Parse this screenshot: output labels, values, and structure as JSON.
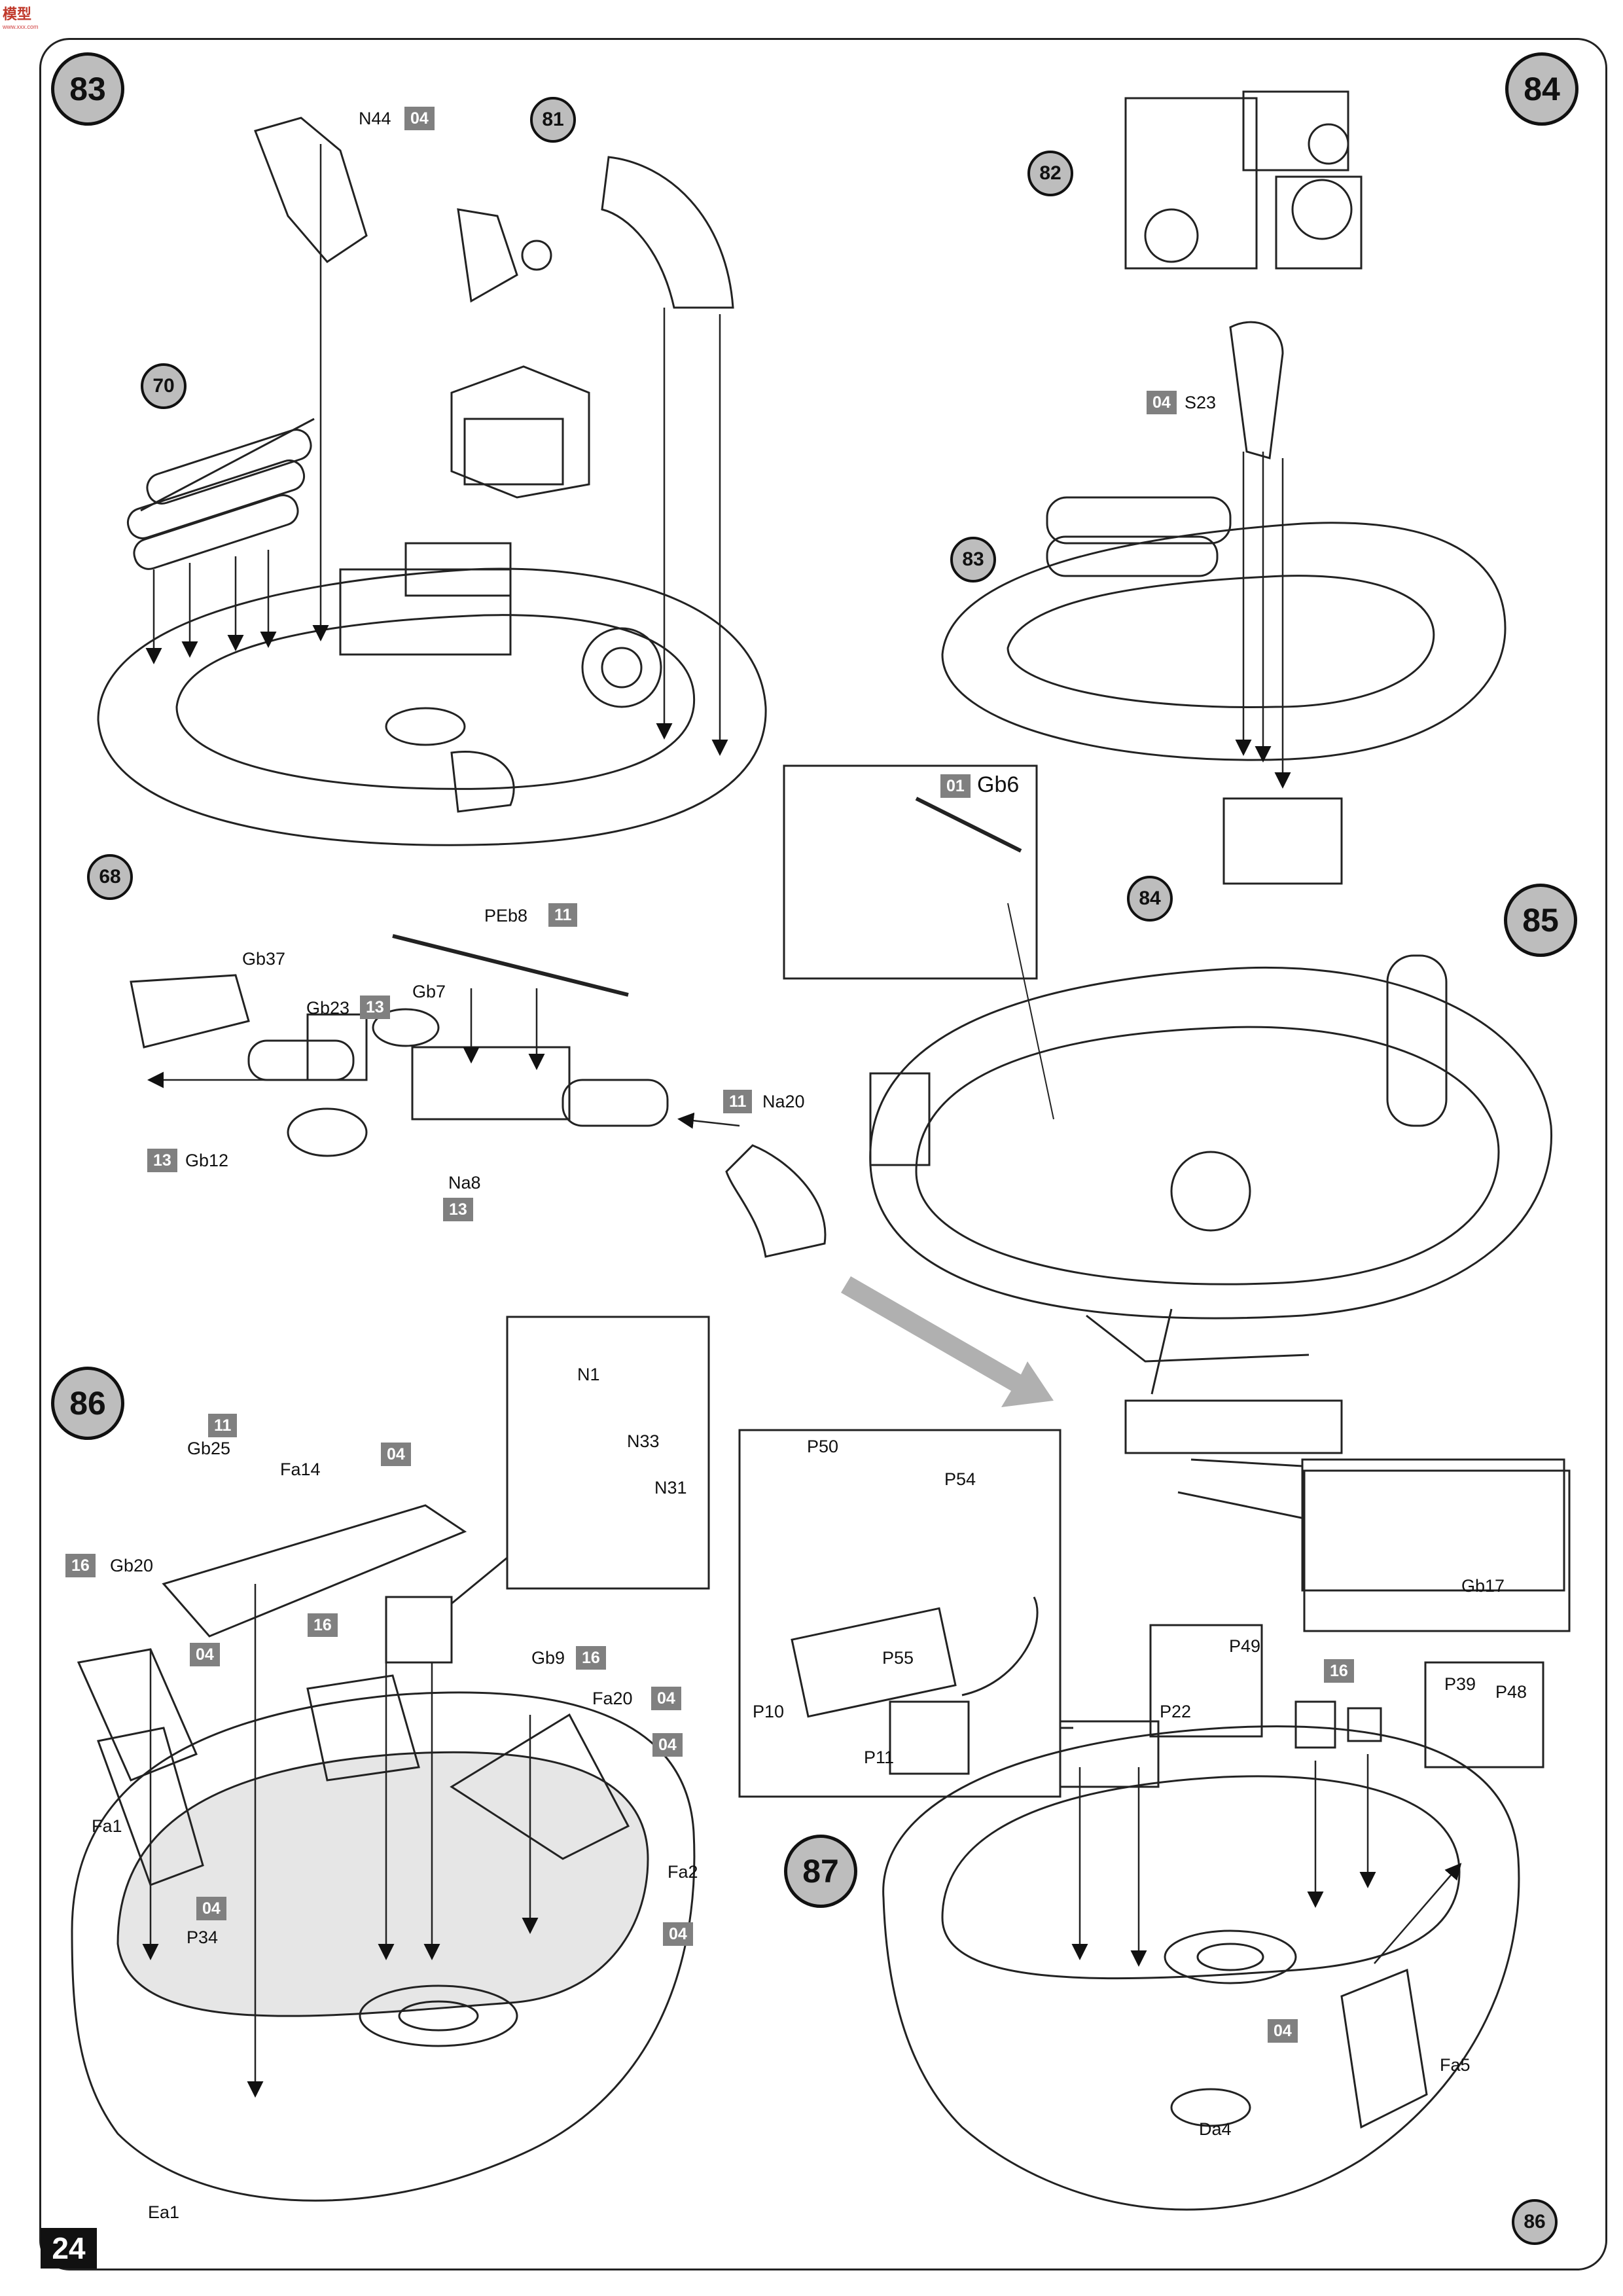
{
  "logo": {
    "text": "模型",
    "sub": "www.xxx.com"
  },
  "page_number": "24",
  "steps": {
    "s83": "83",
    "s84": "84",
    "s85": "85",
    "s86": "86",
    "s87": "87"
  },
  "refs": {
    "r81": "81",
    "r70": "70",
    "r68": "68",
    "r82": "82",
    "r83": "83",
    "r84": "84",
    "r86": "86"
  },
  "labels": {
    "N44": "N44",
    "S23": "S23",
    "Gb6": "Gb6",
    "PEb8": "PEb8",
    "Gb37": "Gb37",
    "Gb23": "Gb23",
    "Gb7": "Gb7",
    "Na20": "Na20",
    "Gb12": "Gb12",
    "Na8": "Na8",
    "N1": "N1",
    "N33": "N33",
    "N31": "N31",
    "Gb17": "Gb17",
    "Gb25": "Gb25",
    "Fa14": "Fa14",
    "Gb20": "Gb20",
    "Gb9": "Gb9",
    "Fa20": "Fa20",
    "Fa1": "Fa1",
    "Fa2": "Fa2",
    "P34": "P34",
    "Ea1": "Ea1",
    "P50": "P50",
    "P54": "P54",
    "P55": "P55",
    "P10": "P10",
    "P11": "P11",
    "P49": "P49",
    "P22": "P22",
    "P39": "P39",
    "P48": "P48",
    "Fa5": "Fa5",
    "Da4": "Da4"
  },
  "badges": {
    "b_n44": "04",
    "b_s23": "04",
    "b_gb6": "01",
    "b_peb8": "11",
    "b_gb23": "13",
    "b_na20": "11",
    "b_gb12": "13",
    "b_na8": "13",
    "b_gb25": "11",
    "b_fa14": "04",
    "b_gb20": "16",
    "b_fa1": "04",
    "b_part16": "16",
    "b_gb9": "16",
    "b_fa20": "04",
    "b_fa2": "04",
    "b_p34": "04",
    "b_ea1": "04",
    "b_p16": "16",
    "b_fa5": "04"
  },
  "colors": {
    "badge": "#808080",
    "circle": "#bdbdbd",
    "arrow": "#b0b0b0"
  }
}
